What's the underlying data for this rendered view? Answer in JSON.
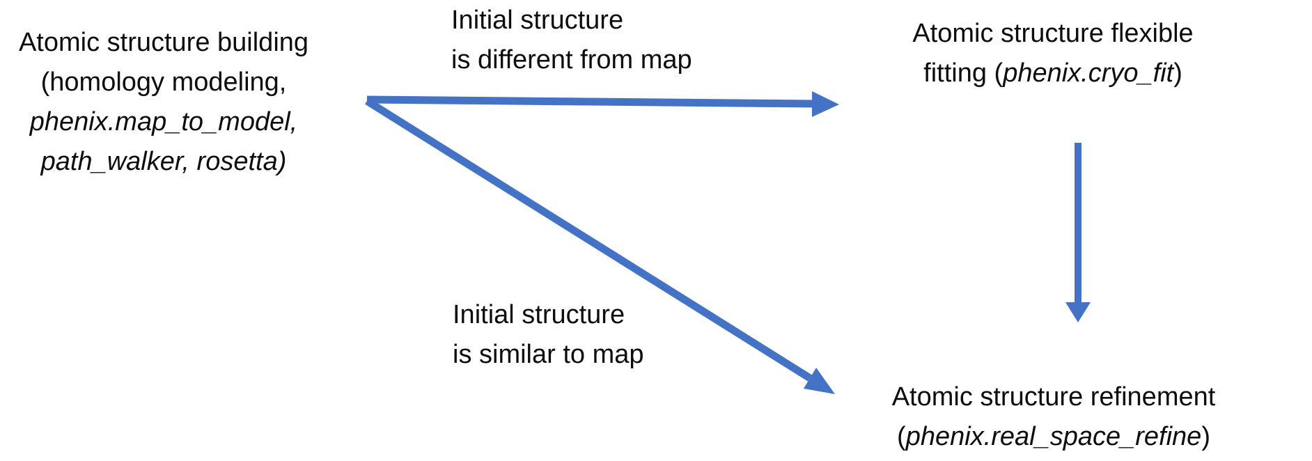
{
  "colors": {
    "arrow": "#4472C4",
    "text": "#0d0d0d",
    "background": "#ffffff"
  },
  "nodes": {
    "building": {
      "line1": "Atomic structure building",
      "line2": "(homology modeling,",
      "line3": "phenix.map_to_model,",
      "line4": "path_walker, rosetta)"
    },
    "flexible_fitting": {
      "line1": "Atomic structure flexible",
      "line2_prefix": "fitting (",
      "line2_tool": "phenix.cryo_fit",
      "line2_suffix": ")"
    },
    "refinement": {
      "line1": "Atomic structure refinement",
      "line2_prefix": "(",
      "line2_tool": "phenix.real_space_refine",
      "line2_suffix": ")"
    }
  },
  "edge_labels": {
    "different_from_map": {
      "line1": "Initial structure",
      "line2": "is different from map"
    },
    "similar_to_map": {
      "line1": "Initial structure",
      "line2": "is similar to map"
    }
  },
  "arrows": [
    {
      "from": "building",
      "to": "flexible_fitting",
      "label": "is different from map"
    },
    {
      "from": "building",
      "to": "refinement",
      "label": "is similar to map"
    },
    {
      "from": "flexible_fitting",
      "to": "refinement",
      "label": ""
    }
  ]
}
